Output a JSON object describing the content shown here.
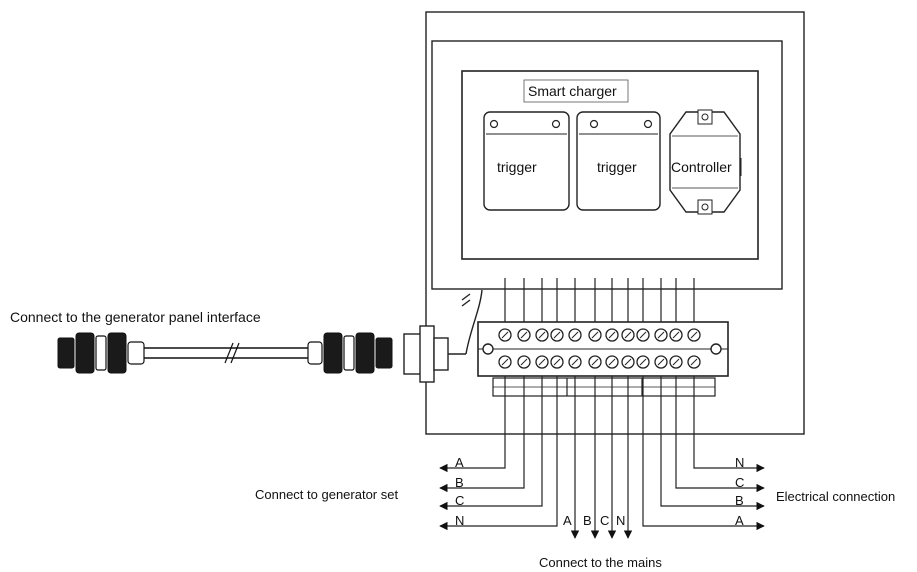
{
  "labels": {
    "smart_charger": "Smart charger",
    "trigger_1": "trigger",
    "trigger_2": "trigger",
    "controller": "Controller",
    "generator_panel": "Connect to the generator panel interface",
    "generator_set": "Connect to generator set",
    "electrical_connection": "Electrical connection",
    "mains": "Connect to the mains"
  },
  "wires": {
    "generator": [
      "A",
      "B",
      "C",
      "N"
    ],
    "mains": [
      "A",
      "B",
      "C",
      "N"
    ],
    "electrical": [
      "N",
      "C",
      "B",
      "A"
    ]
  },
  "terminal_labels": [
    "A",
    "B",
    "C",
    "N",
    "A",
    "B",
    "C",
    "N",
    "A",
    "B",
    "C",
    "N"
  ]
}
